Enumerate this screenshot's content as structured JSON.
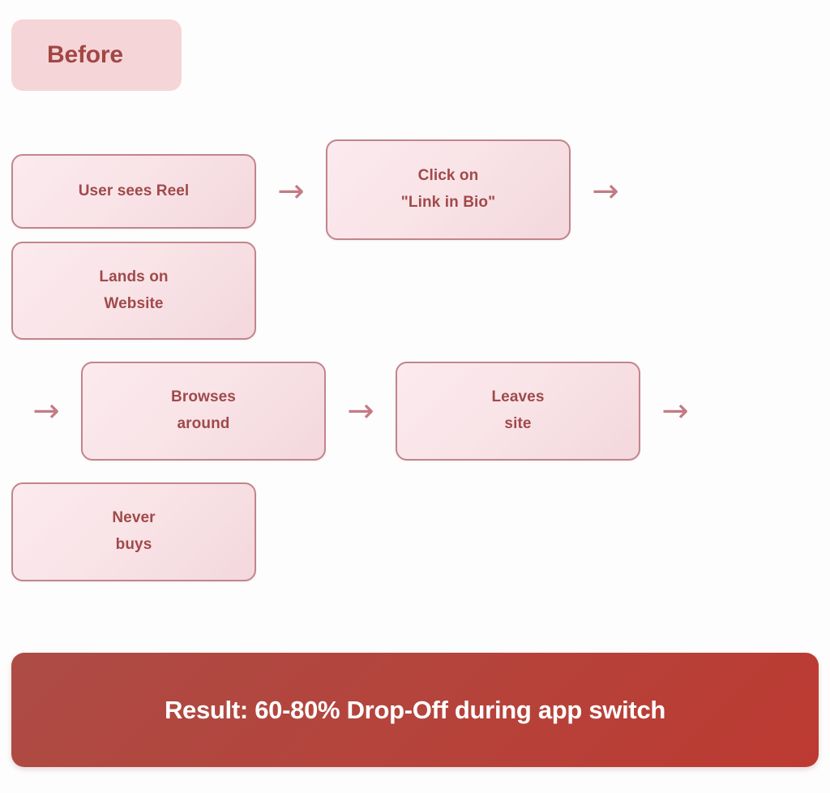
{
  "diagram": {
    "type": "flow",
    "badge": {
      "label": "Before"
    },
    "steps": [
      {
        "id": "user-sees-reel",
        "label": "User sees Reel"
      },
      {
        "id": "click-link-bio",
        "label": "Click on\n\"Link in Bio\""
      },
      {
        "id": "lands-on-website",
        "label": "Lands on\nWebsite"
      },
      {
        "id": "browses-around",
        "label": "Browses\naround"
      },
      {
        "id": "leaves-site",
        "label": "Leaves\nsite"
      },
      {
        "id": "never-buys",
        "label": "Never\nbuys"
      }
    ],
    "connectors": [
      {
        "id": "arrow-1",
        "glyph": "→"
      },
      {
        "id": "arrow-2",
        "glyph": "→"
      },
      {
        "id": "arrow-3",
        "glyph": "→"
      },
      {
        "id": "arrow-4",
        "glyph": "→"
      },
      {
        "id": "arrow-5",
        "glyph": "→"
      }
    ],
    "result": {
      "label": "Result: 60-80% Drop-Off during app switch"
    },
    "colors": {
      "page_background": "#fdfdfd",
      "badge_background": "#f6d5d9",
      "badge_text": "#a14744",
      "box_fill_start": "#fbeaee",
      "box_fill_end": "#f3d8dd",
      "box_border": "#c2858c",
      "box_text": "#a04a4a",
      "arrow": "#c47b84",
      "banner_start": "#ad4c45",
      "banner_end": "#bd3a31",
      "banner_text": "#ffffff"
    }
  }
}
